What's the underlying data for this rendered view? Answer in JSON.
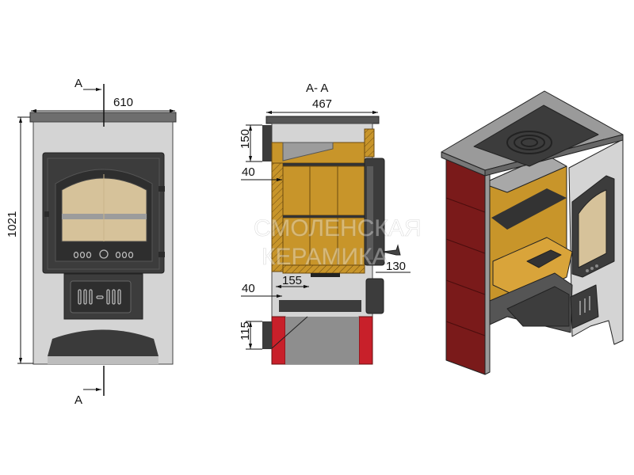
{
  "front_view": {
    "section_mark_top": "A",
    "section_mark_bottom": "A",
    "width_dim": "610",
    "height_dim": "1021"
  },
  "section_view": {
    "title": "A- A",
    "depth_dim": "467",
    "flue_height_dim": "150",
    "upper_wall_dim": "40",
    "lower_wall_dim": "40",
    "ash_depth_dim": "155",
    "air_inlet_dim": "115",
    "handle_dim": "130"
  },
  "watermark": {
    "line1": "СМОЛЕНСКАЯ",
    "line2": "КЕРАМИКА"
  },
  "colors": {
    "steel": "#d4d4d4",
    "cast_iron": "#3c3c3c",
    "firebrick": "#c8952a",
    "glass": "#d6c29a",
    "tile_red": "#7a1a1a",
    "insulation_red": "#c8202a"
  }
}
